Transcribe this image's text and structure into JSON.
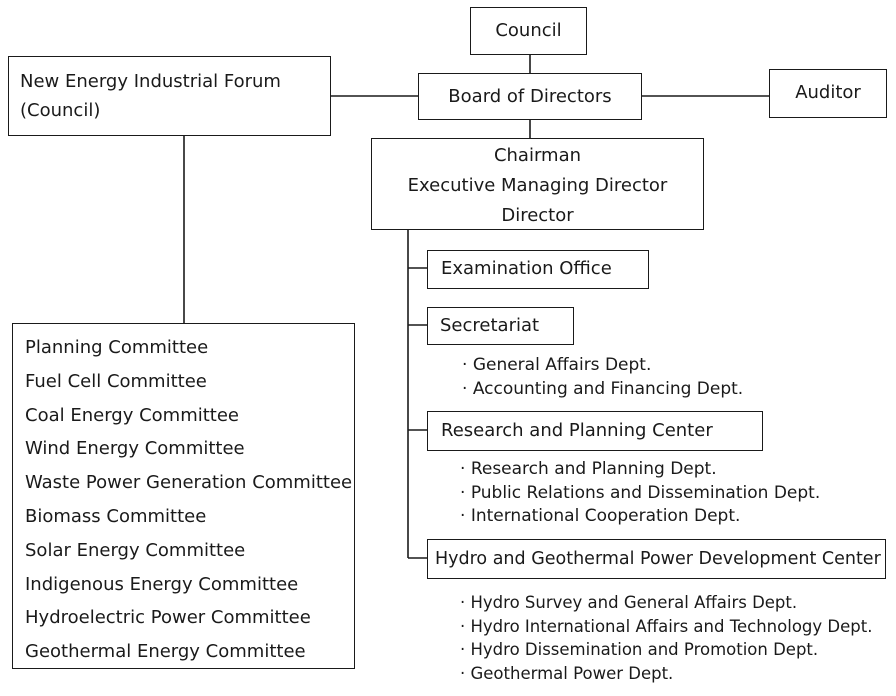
{
  "diagram": {
    "council": "Council",
    "board": "Board of Directors",
    "auditor": "Auditor",
    "forum": {
      "line1": "New Energy Industrial Forum",
      "line2": "(Council)"
    },
    "executives": [
      "Chairman",
      "Executive Managing Director",
      "Director"
    ],
    "examination_office": "Examination Office",
    "secretariat": {
      "label": "Secretariat",
      "depts": [
        "General Affairs Dept.",
        "Accounting and Financing Dept."
      ]
    },
    "research_center": {
      "label": "Research and Planning Center",
      "depts": [
        "Research and Planning Dept.",
        "Public Relations and Dissemination Dept.",
        "International Cooperation Dept."
      ]
    },
    "hydro_center": {
      "label": "Hydro and Geothermal Power Development Center",
      "depts": [
        "Hydro Survey and General Affairs Dept.",
        "Hydro International Affairs and Technology Dept.",
        "Hydro Dissemination and Promotion Dept.",
        "Geothermal Power Dept."
      ]
    },
    "committees": [
      "Planning Committee",
      "Fuel Cell Committee",
      "Coal Energy Committee",
      "Wind Energy Committee",
      "Waste Power Generation Committee",
      "Biomass Committee",
      "Solar Energy Committee",
      "Indigenous Energy Committee",
      "Hydroelectric Power Committee",
      "Geothermal Energy Committee"
    ]
  }
}
